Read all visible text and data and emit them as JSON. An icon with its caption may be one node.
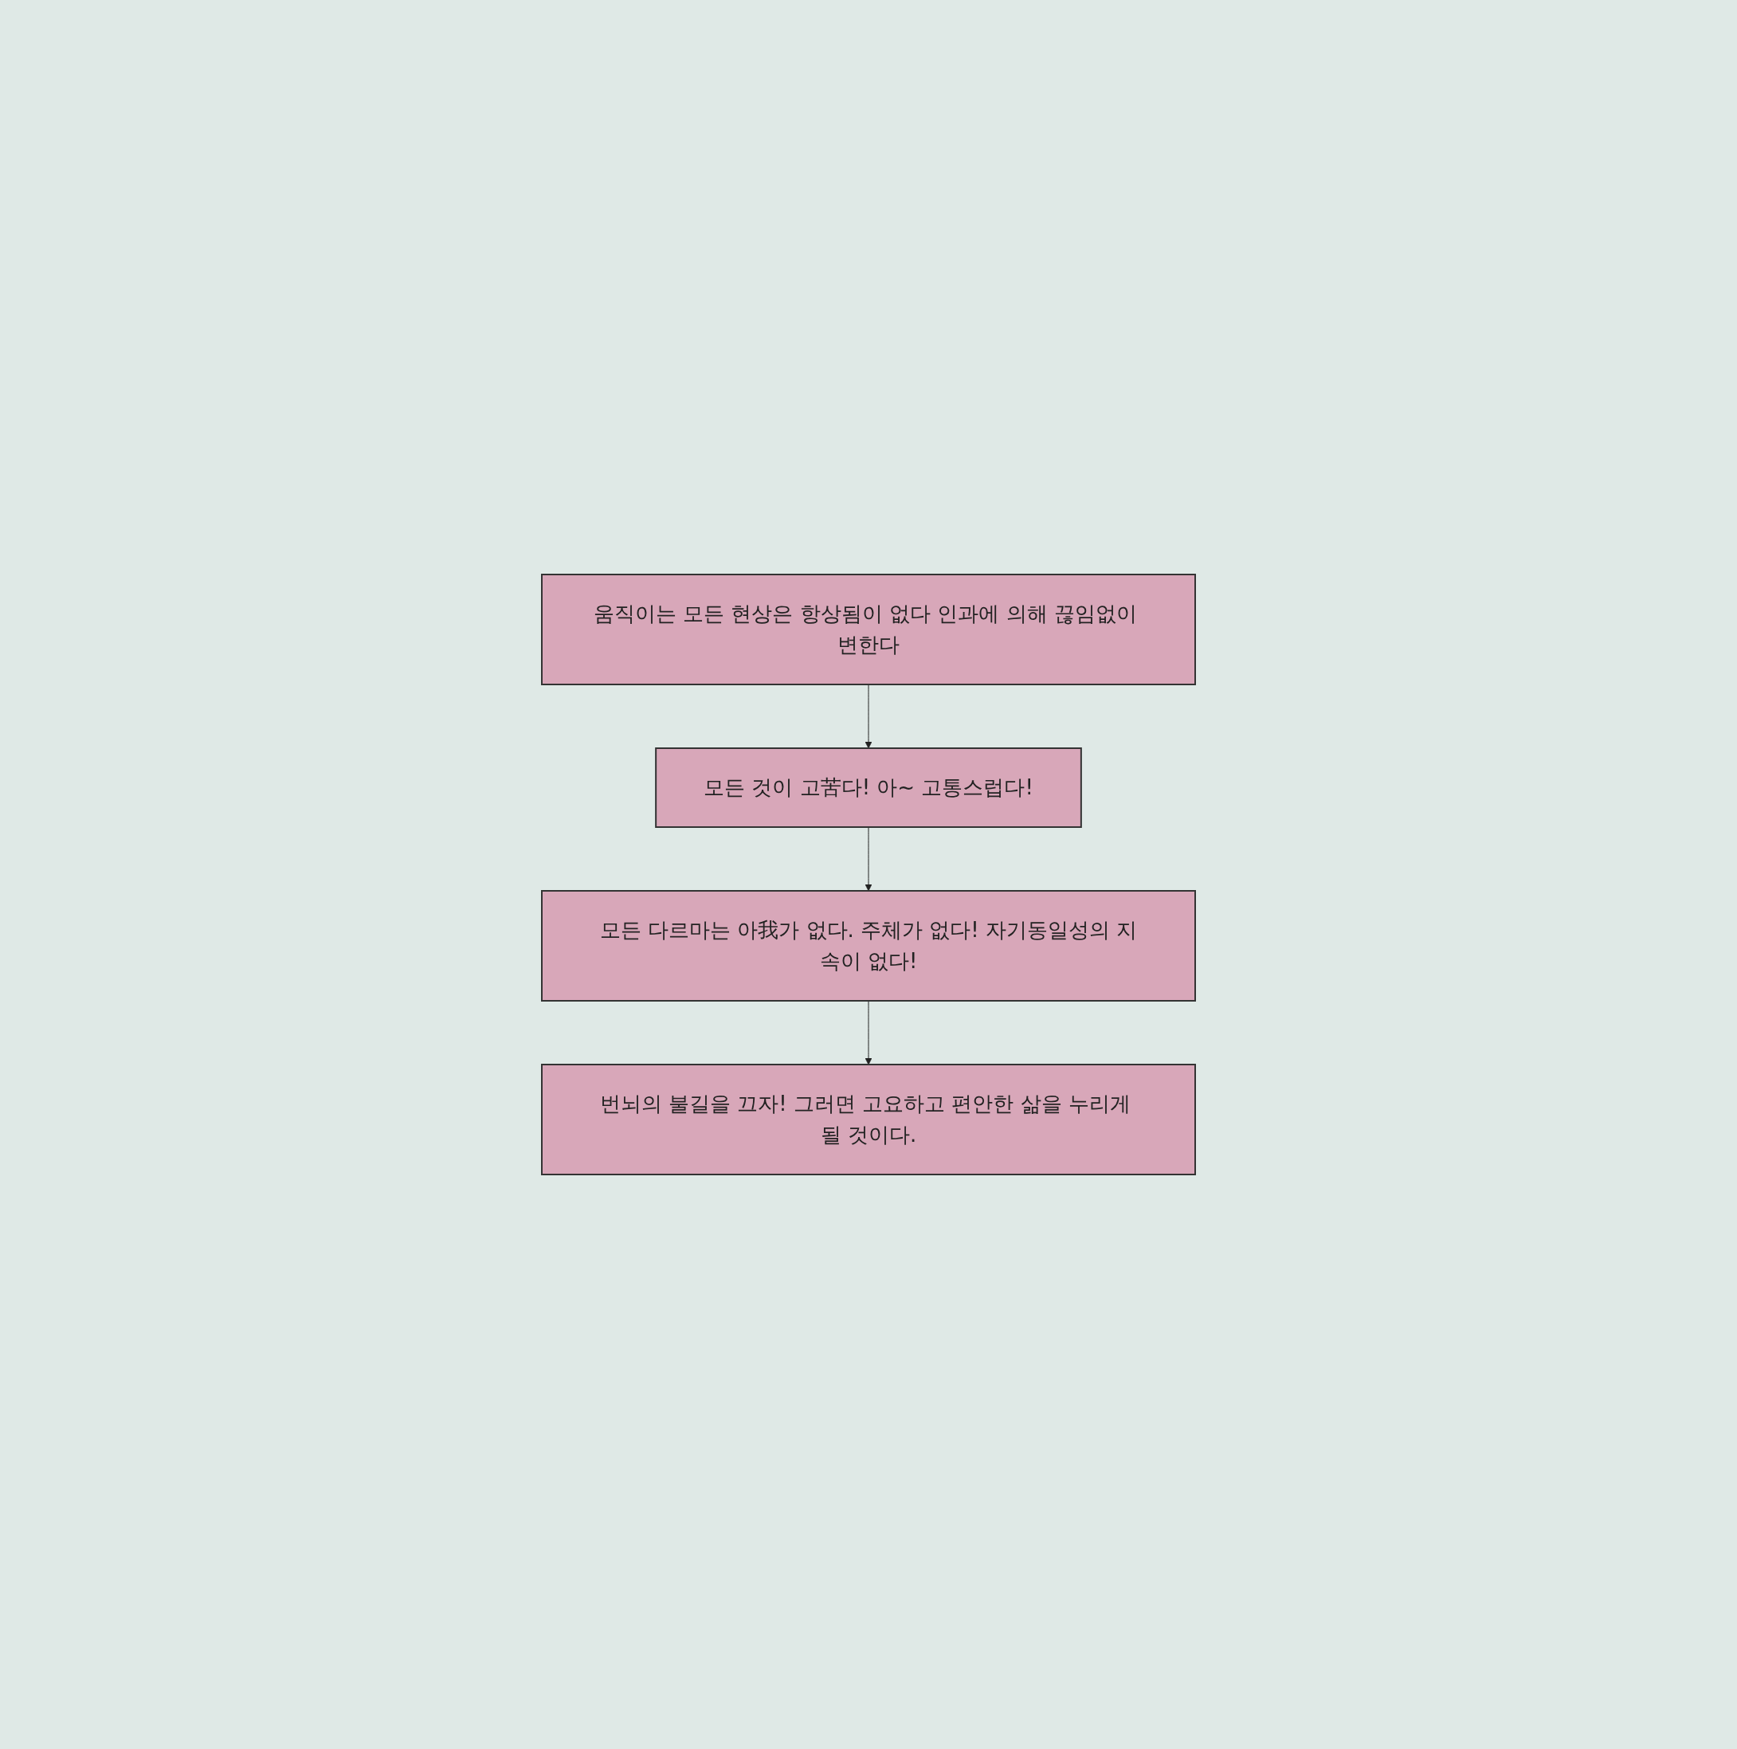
{
  "diagram": {
    "nodes": [
      {
        "text": [
          "움직이는 모든 현상은 항상됨이 없다 인과에 의해 끊임없이 변한다"
        ]
      },
      {
        "text": [
          "모든 것이 고苦다! 아~ 고통스럽다!"
        ]
      },
      {
        "text": [
          "모든 다르마는 아我가 없다. 주체가 없다! 자기동일성의 지속이 없다!"
        ]
      },
      {
        "text": [
          "번뇌의 불길을 끄자! 그러면 고요하고 편안한 삶을 누리게 될 것이다."
        ]
      }
    ],
    "edges": [
      {
        "from": 0,
        "to": 1,
        "arrow": "to"
      },
      {
        "from": 1,
        "to": 2,
        "arrow": "to"
      },
      {
        "from": 2,
        "to": 3,
        "arrow": "to"
      }
    ]
  }
}
